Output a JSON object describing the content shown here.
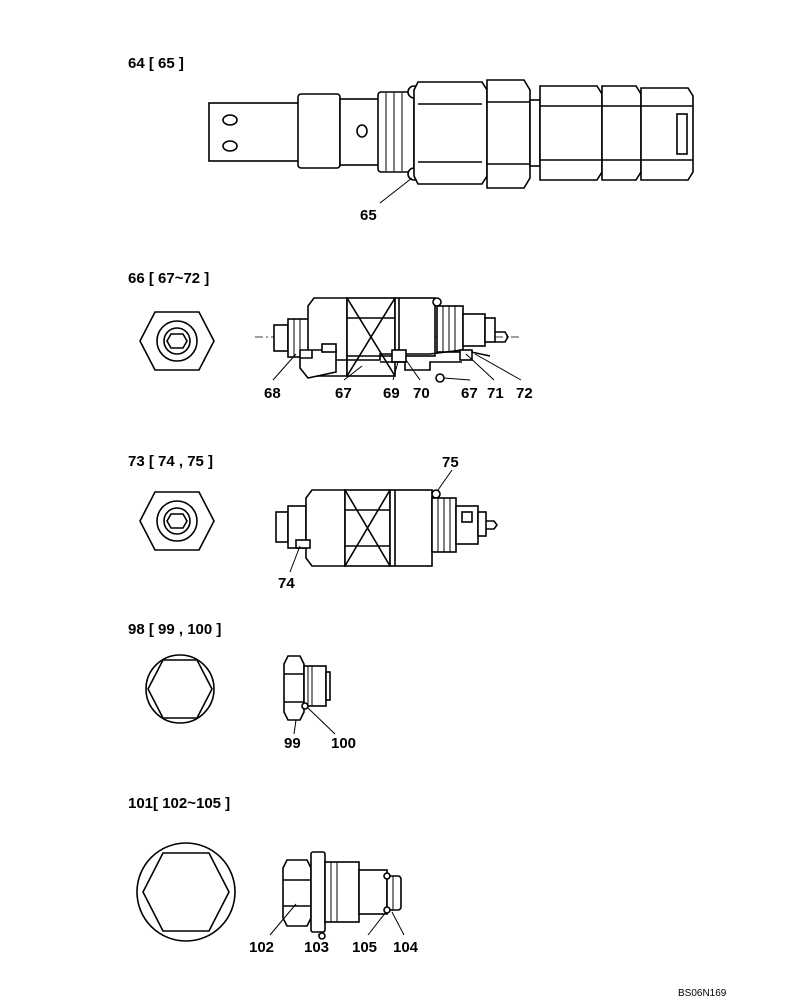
{
  "groups": [
    {
      "title": "64 [ 65 ]",
      "labels": [
        "65"
      ]
    },
    {
      "title": "66 [ 67~72 ]",
      "labels": [
        "68",
        "67",
        "69",
        "70",
        "67",
        "71",
        "72"
      ]
    },
    {
      "title": "73 [ 74 , 75 ]",
      "labels": [
        "75",
        "74"
      ]
    },
    {
      "title": "98 [ 99 , 100 ]",
      "labels": [
        "99",
        "100"
      ]
    },
    {
      "title": "101[ 102~105 ]",
      "labels": [
        "102",
        "103",
        "105",
        "104"
      ]
    }
  ],
  "drawing_code": "BS06N169"
}
